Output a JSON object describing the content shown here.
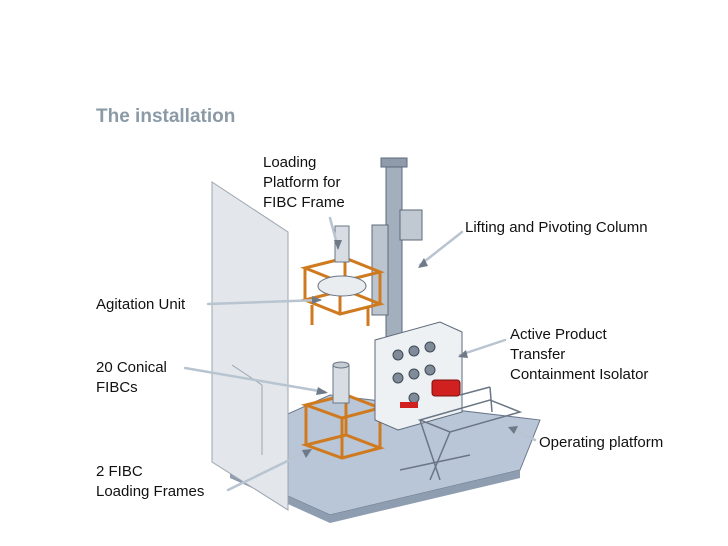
{
  "title": "The installation",
  "labels": {
    "loading_platform": "Loading\nPlatform for\nFIBC Frame",
    "lifting_column": "Lifting and Pivoting Column",
    "agitation_unit": "Agitation Unit",
    "isolator": "Active Product\nTransfer\nContainment Isolator",
    "conical_fibcs": "20 Conical\nFIBCs",
    "operating_platform": "Operating platform",
    "loading_frames": "2 FIBC\nLoading Frames"
  },
  "colors": {
    "title": "#8a9aa6",
    "frame_orange": "#d07a20",
    "floor": "#b8c6d8",
    "wall": "#dfe4ea",
    "column": "#9aa6b4",
    "isolator_red": "#d02020"
  }
}
